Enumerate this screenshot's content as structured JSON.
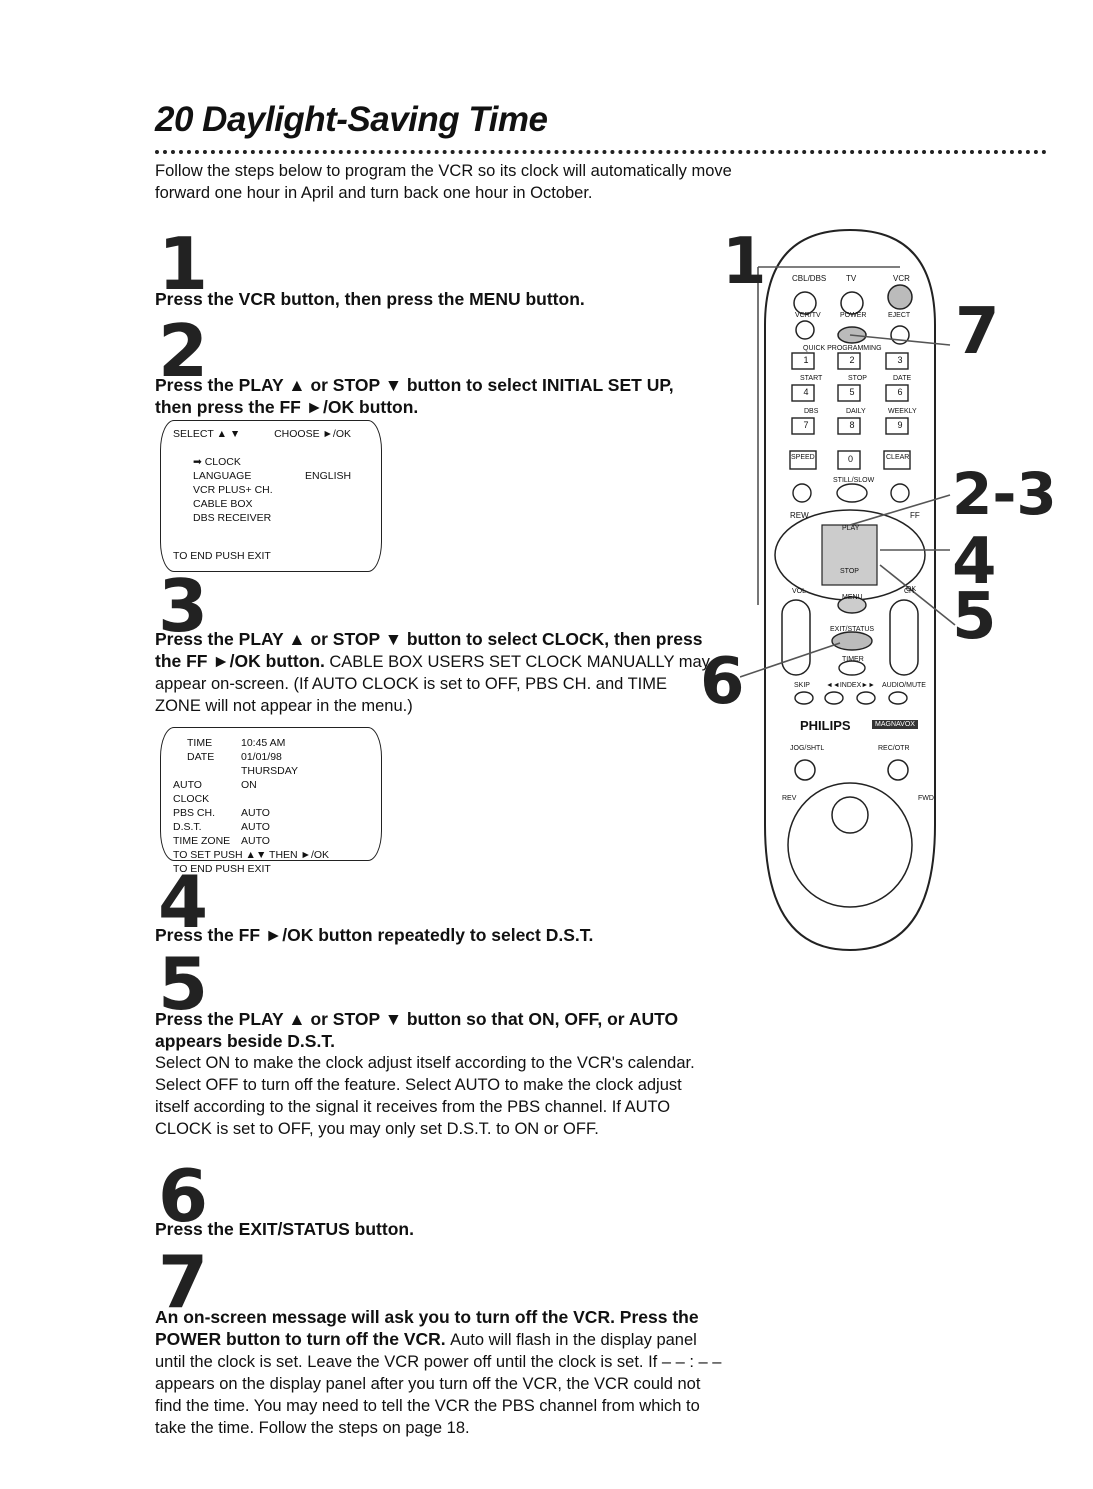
{
  "header": {
    "page_number": "20",
    "title": "Daylight-Saving Time"
  },
  "intro": "Follow the steps below to program the VCR so its clock will automatically move forward one hour in April and turn back one hour in October.",
  "steps": [
    {
      "num": "1",
      "bold": "Press the VCR button, then press the MENU button.",
      "body": ""
    },
    {
      "num": "2",
      "bold": "Press the PLAY ▲ or STOP ▼ button to select INITIAL SET UP, then press the FF ►/OK button.",
      "body": ""
    },
    {
      "num": "3",
      "bold": "Press the PLAY ▲ or STOP ▼ button to select CLOCK, then press the FF ►/OK button.",
      "body": "CABLE BOX USERS SET CLOCK MANUALLY may appear on-screen. (If AUTO CLOCK is set to OFF, PBS CH. and TIME ZONE will not appear in the menu.)"
    },
    {
      "num": "4",
      "bold": "Press the FF ►/OK button repeatedly to select D.S.T.",
      "body": ""
    },
    {
      "num": "5",
      "bold": "Press the PLAY ▲ or STOP ▼ button so that ON, OFF, or AUTO appears beside D.S.T.",
      "body": "Select ON to make the clock adjust itself according to the VCR's calendar. Select OFF to turn off the feature. Select AUTO to make the clock adjust itself according to the signal it receives from the PBS channel. If AUTO CLOCK is set to OFF, you may only set D.S.T. to ON or OFF."
    },
    {
      "num": "6",
      "bold": "Press the EXIT/STATUS button.",
      "body": ""
    },
    {
      "num": "7",
      "bold": "An on-screen message will ask you to turn off the VCR. Press the POWER button to turn off the VCR.",
      "body": "Auto will flash in the display panel until the clock is set. Leave the VCR power off until the clock is set. If – – : – – appears on the display panel after you turn off the VCR, the VCR could not find the time. You may need to tell the VCR the PBS channel from which to take the time. Follow the steps on page 18."
    }
  ],
  "screen1": {
    "header_left": "SELECT ▲ ▼",
    "header_right": "CHOOSE ►/OK",
    "items": [
      "➡ CLOCK",
      "LANGUAGE",
      "VCR PLUS+ CH.",
      "CABLE BOX",
      "DBS RECEIVER"
    ],
    "language_value": "ENGLISH",
    "footer": "TO END PUSH EXIT"
  },
  "screen2": {
    "rows": [
      [
        "TIME",
        "10:45 AM"
      ],
      [
        "DATE",
        "01/01/98"
      ],
      [
        "",
        "THURSDAY"
      ],
      [
        "AUTO CLOCK",
        "ON"
      ],
      [
        "PBS CH.",
        "AUTO"
      ],
      [
        "D.S.T.",
        "AUTO"
      ],
      [
        "TIME ZONE",
        "AUTO"
      ]
    ],
    "footer1": "TO SET PUSH ▲▼ THEN ►/OK",
    "footer2": "TO END PUSH EXIT"
  },
  "remote": {
    "labels": {
      "cbl_dbs": "CBL/DBS",
      "tv": "TV",
      "vcr": "VCR",
      "vcr_tv": "VCR/TV",
      "power": "POWER",
      "eject": "EJECT",
      "quick_programming": "QUICK PROGRAMMING",
      "start": "START",
      "stop": "STOP",
      "date": "DATE",
      "dbs": "DBS",
      "daily": "DAILY",
      "weekly": "WEEKLY",
      "speed": "SPEED",
      "zero": "0",
      "clear": "CLEAR",
      "still_slow": "STILL/SLOW",
      "rew": "REW",
      "ff": "FF",
      "play": "PLAY",
      "stop_btn": "STOP",
      "ok": "OK",
      "menu": "MENU",
      "vol": "VOL",
      "ch": "CH",
      "exit_status": "EXIT/STATUS",
      "timer": "TIMER",
      "skip": "SKIP",
      "index": "◄◄INDEX►►",
      "audio_mute": "AUDIO/MUTE",
      "brand": "PHILIPS",
      "brand2": "MAGNAVOX",
      "jog_shtl": "JOG/SHTL",
      "rec_otr": "REC/OTR",
      "rev": "REV",
      "fwd": "FWD"
    },
    "keypad": [
      "1",
      "2",
      "3",
      "4",
      "5",
      "6",
      "7",
      "8",
      "9"
    ]
  },
  "callouts": {
    "c1": "1",
    "c7": "7",
    "c23": "2-3",
    "c4": "4",
    "c5": "5",
    "c6": "6"
  }
}
